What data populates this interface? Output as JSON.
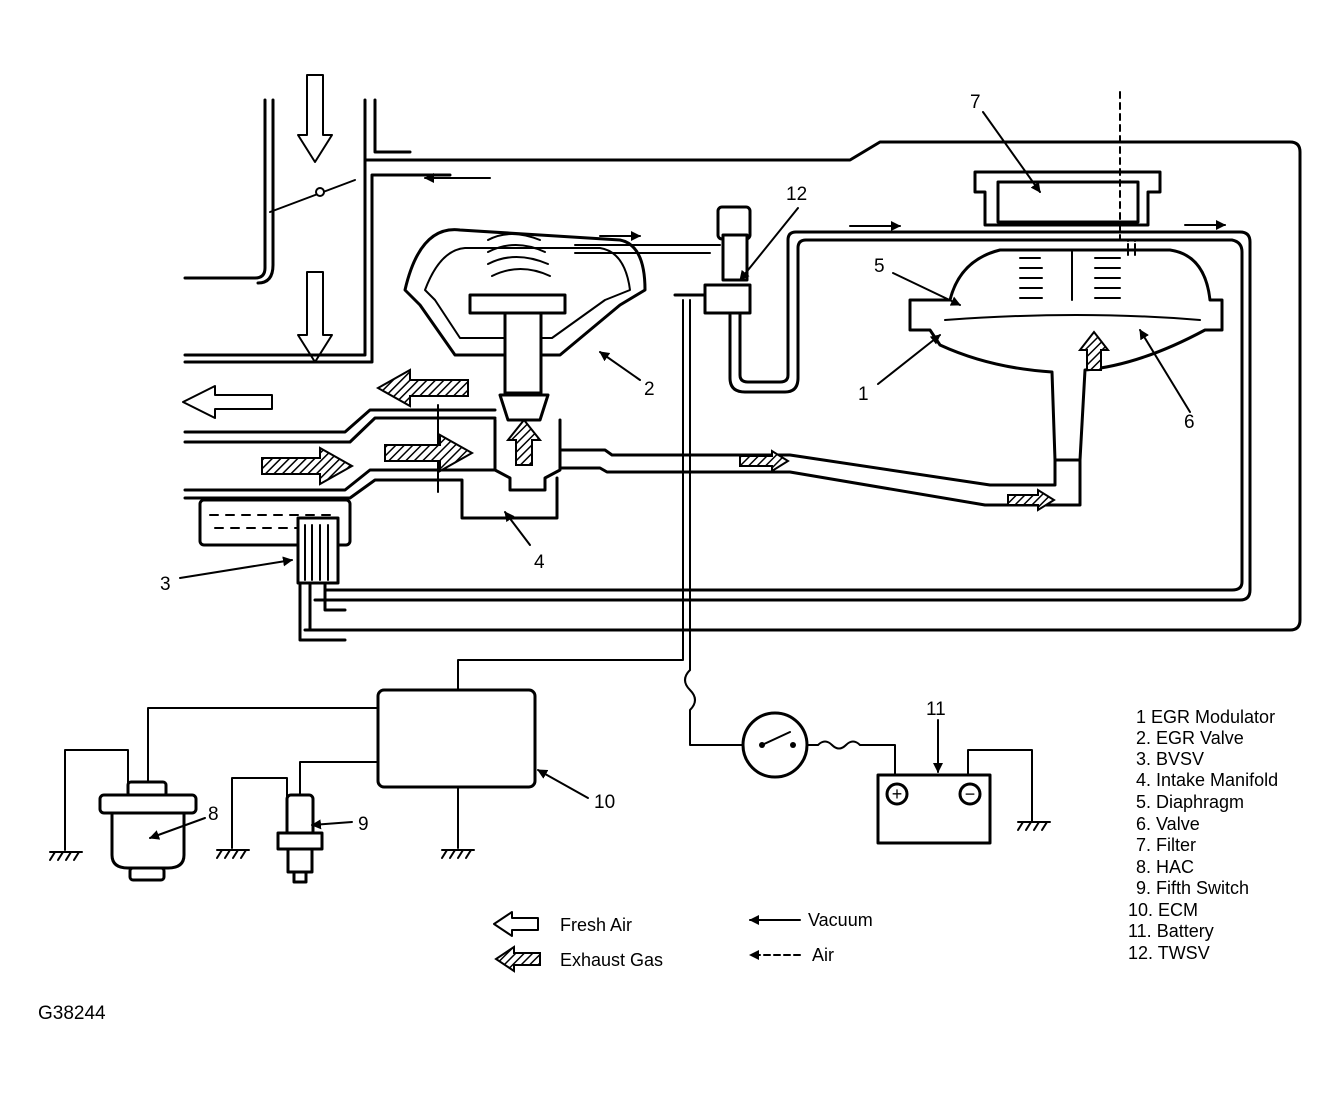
{
  "figure_id": "G38244",
  "callouts": [
    "1",
    "2",
    "3",
    "4",
    "5",
    "6",
    "7",
    "8",
    "9",
    "10",
    "11",
    "12"
  ],
  "parts_list": [
    "1  EGR Modulator",
    "2. EGR Valve",
    "3. BVSV",
    "4. Intake Manifold",
    "5. Diaphragm",
    "6. Valve",
    "7. Filter",
    "8. HAC",
    "9. Fifth Switch",
    "10. ECM",
    "11. Battery",
    "12. TWSV"
  ],
  "legend": {
    "fresh_air": "Fresh Air",
    "exhaust_gas": "Exhaust Gas",
    "vacuum": "Vacuum",
    "air": "Air"
  },
  "battery_symbols": {
    "positive": "+",
    "negative": "−"
  }
}
